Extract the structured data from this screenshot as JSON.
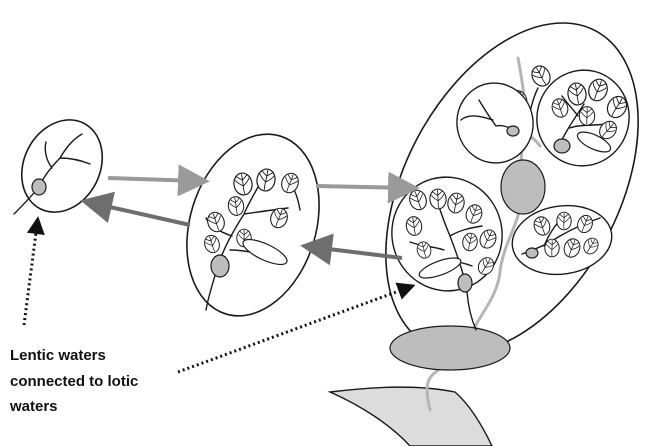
{
  "diagram": {
    "annotation": {
      "lines": [
        "Lentic waters",
        "connected to lotic",
        "waters"
      ]
    },
    "colors": {
      "fill_gray": "#bdbdbd",
      "arrow_light": "#9a9a9a",
      "arrow_dark": "#6e6e6e",
      "outline": "#1a1a1a",
      "river": "#b5b5b5"
    }
  }
}
